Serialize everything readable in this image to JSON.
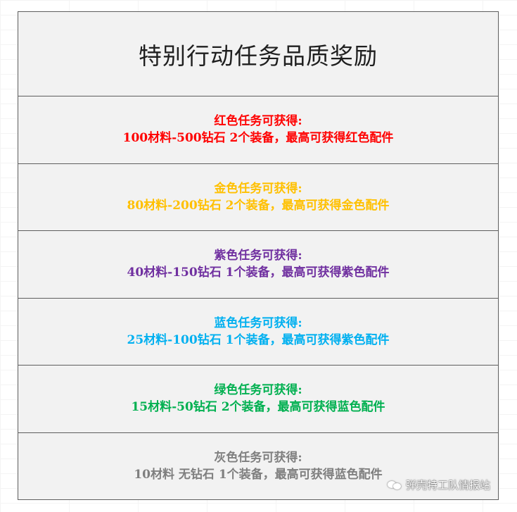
{
  "title": "特别行动任务品质奖励",
  "rows": [
    {
      "heading": "红色任务可获得:",
      "detail": "100材料-500钻石 2个装备，最高可获得红色配件",
      "color": "#ff0000"
    },
    {
      "heading": "金色任务可获得:",
      "detail": "80材料-200钻石 2个装备，最高可获得金色配件",
      "color": "#ffc000"
    },
    {
      "heading": "紫色任务可获得:",
      "detail": "40材料-150钻石 1个装备，最高可获得紫色配件",
      "color": "#7030a0"
    },
    {
      "heading": "蓝色任务可获得:",
      "detail": "25材料-100钻石 1个装备，最高可获得紫色配件",
      "color": "#00b0f0"
    },
    {
      "heading": "绿色任务可获得:",
      "detail": "15材料-50钻石 2个装备，最高可获得蓝色配件",
      "color": "#00b050"
    },
    {
      "heading": "灰色任务可获得:",
      "detail": "10材料 无钻石 1个装备，最高可获得蓝色配件",
      "color": "#7f7f7f"
    }
  ],
  "watermark": {
    "icon": "wechat-icon",
    "text": "弹壳特工队情报站"
  }
}
